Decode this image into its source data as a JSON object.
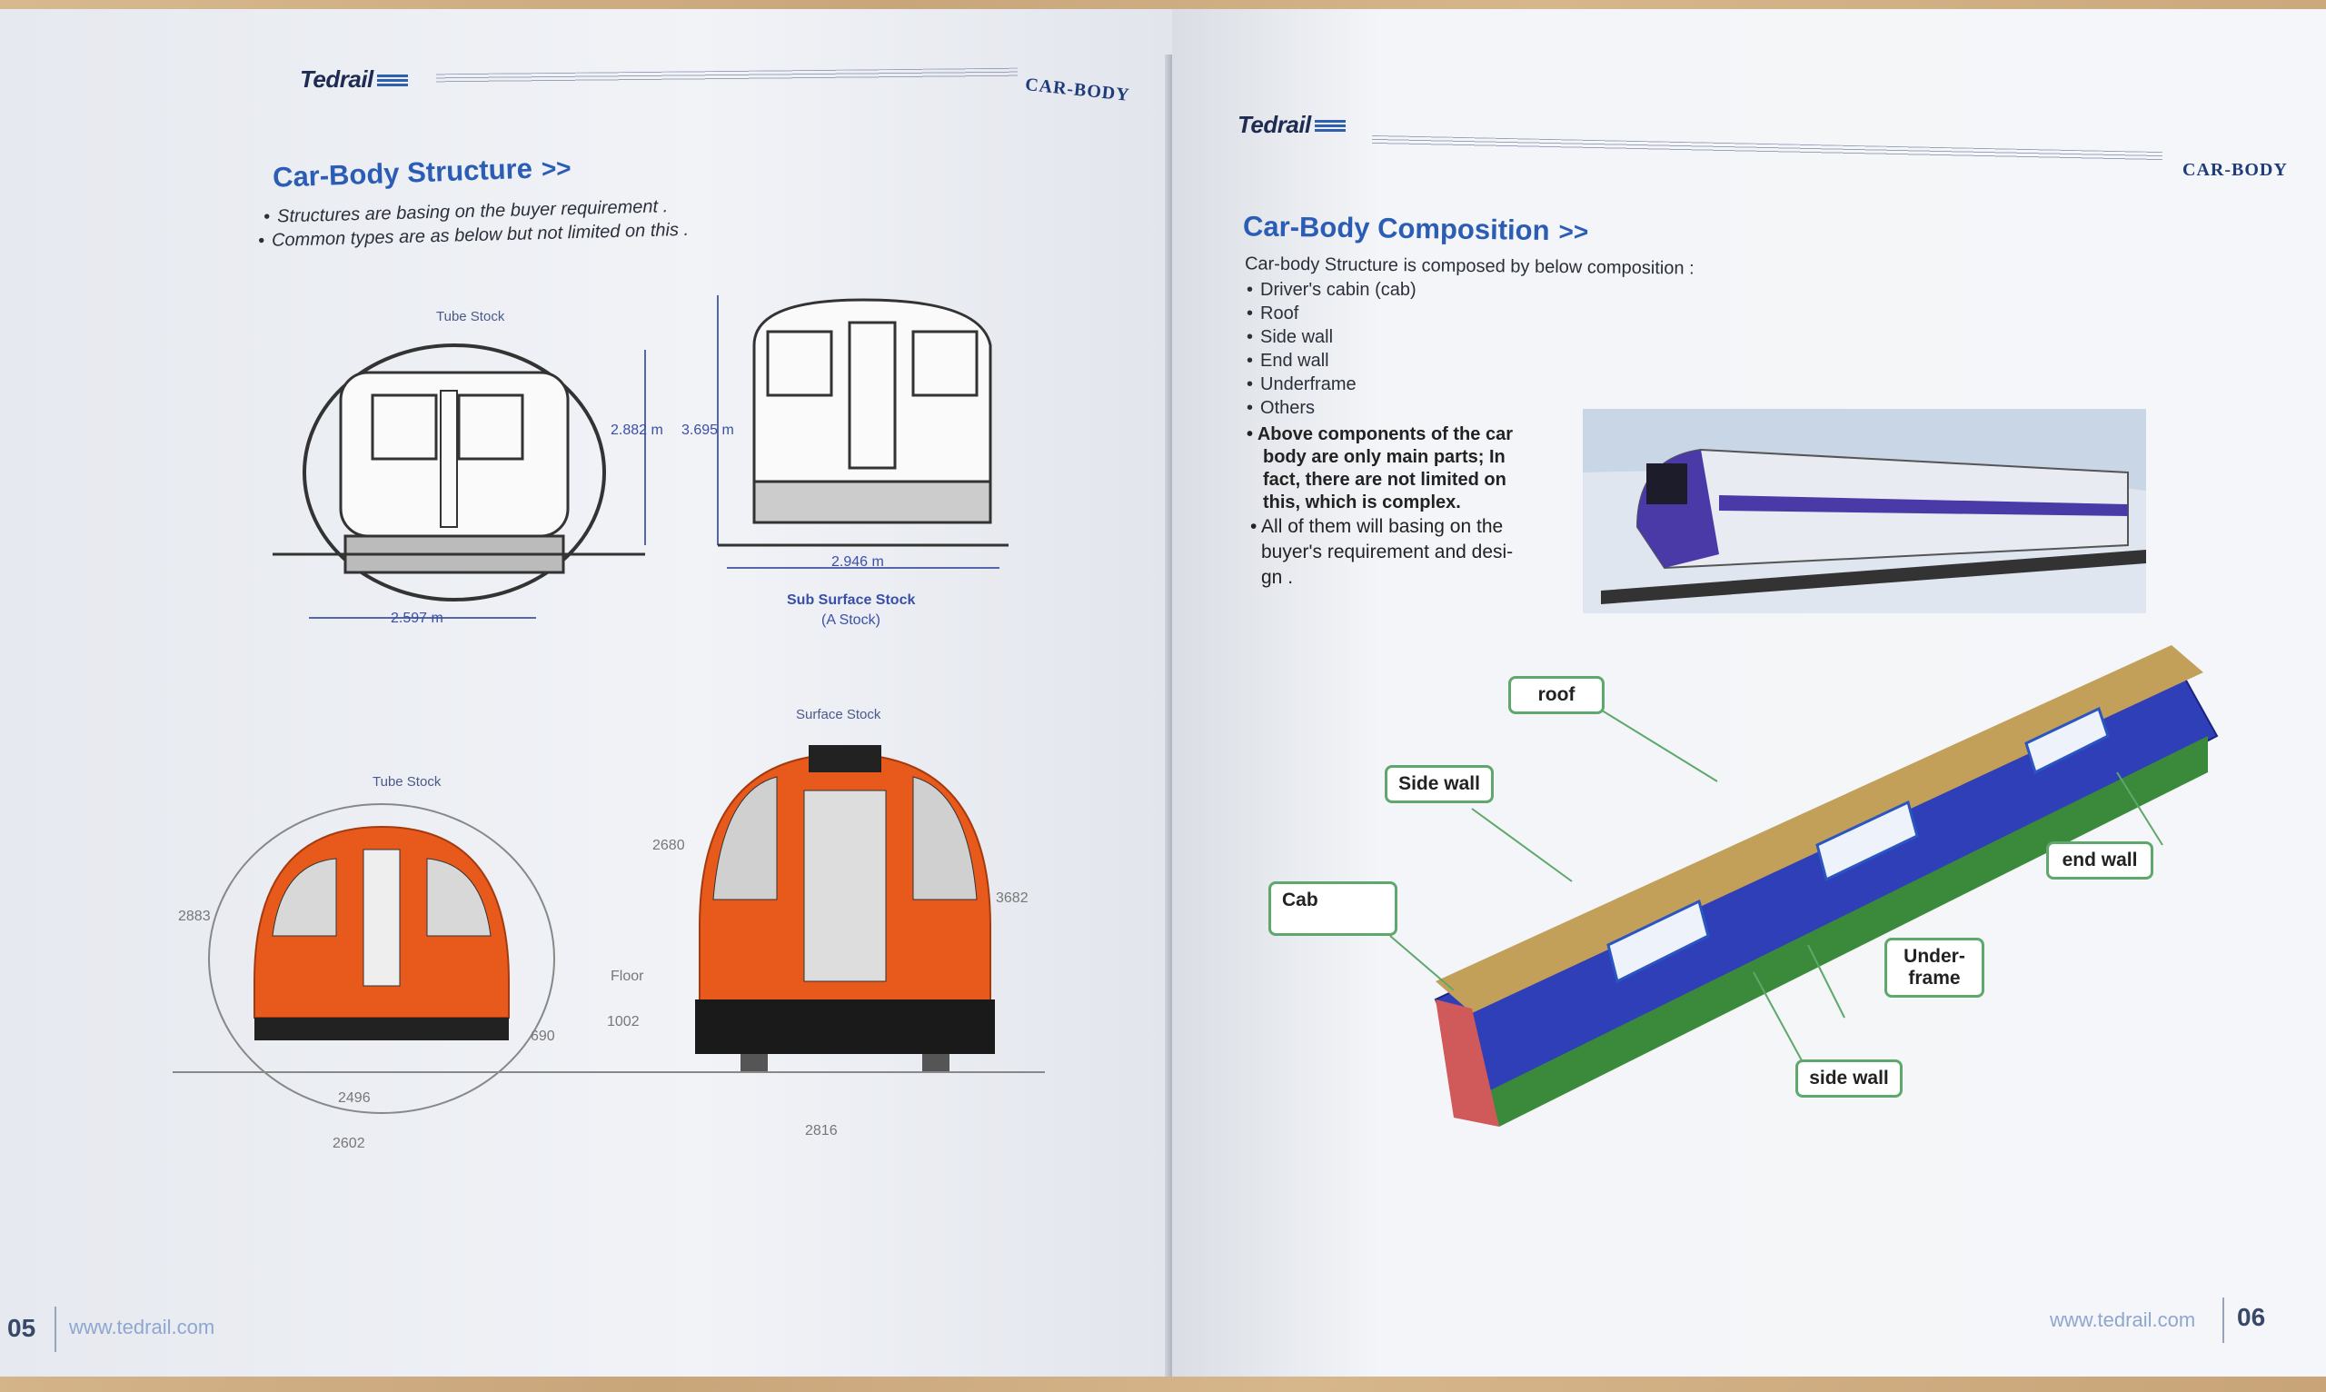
{
  "left_page": {
    "brand": "Tedrail",
    "section": "CAR-BODY",
    "title": "Car-Body Structure",
    "title_chevron": ">>",
    "bullets": [
      "Structures are basing on the buyer requirement .",
      "Common types are as below but not limited on this ."
    ],
    "diagrams": {
      "tube_stock_top_label": "Tube Stock",
      "dim_2882": "2.882 m",
      "dim_3695": "3.695 m",
      "dim_2597": "2.597 m",
      "dim_2946": "2.946 m",
      "sub_surface_label_1": "Sub Surface Stock",
      "sub_surface_label_2": "(A Stock)",
      "tube_stock_bottom_label": "Tube Stock",
      "surface_stock_label": "Surface Stock",
      "dim_2883": "2883",
      "dim_2680": "2680",
      "dim_3682": "3682",
      "dim_690": "690",
      "dim_1002": "1002",
      "dim_floor": "Floor",
      "dim_2496": "2496",
      "dim_2602": "2602",
      "dim_2816": "2816"
    },
    "footer_url": "www.tedrail.com",
    "page_number": "05"
  },
  "right_page": {
    "brand": "Tedrail",
    "section": "CAR-BODY",
    "title": "Car-Body Composition",
    "title_chevron": ">>",
    "intro": "Car-body  Structure  is composed by below composition :",
    "items": [
      "Driver's cabin (cab)",
      "Roof",
      "Side wall",
      "End wall",
      "Underframe",
      "Others"
    ],
    "note_bold": [
      "Above components of the car",
      "body are only main parts; In",
      "fact, there are not limited on",
      "this, which is complex."
    ],
    "note_plain": [
      "All of them will basing on the",
      "buyer's requirement and desi-",
      "gn ."
    ],
    "callouts": {
      "roof": "roof",
      "side_wall_top": "Side wall",
      "cab": "Cab",
      "end_wall": "end wall",
      "underframe_1": "Under-",
      "underframe_2": "frame",
      "side_wall_bottom": "side wall"
    },
    "footer_url": "www.tedrail.com",
    "page_number": "06"
  },
  "colors": {
    "title_blue": "#2b5db5",
    "brand_navy": "#1e2b52",
    "train_orange": "#e85a1c",
    "train_purple": "#4a3aa8",
    "callout_green": "#5da86a"
  }
}
